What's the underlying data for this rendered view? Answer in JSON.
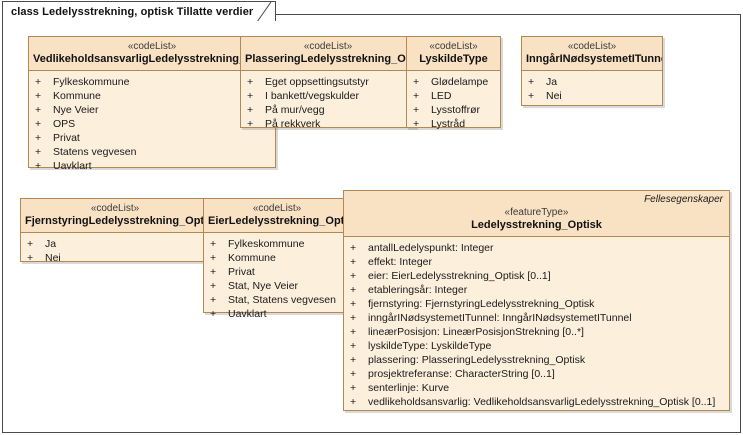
{
  "diagram": {
    "tab_label": "class Ledelysstrekning, optisk Tillatte verdier",
    "colors": {
      "box_fill": "#fcefdc",
      "header_fill": "#f9e2c4",
      "border": "#b08a55",
      "frame_border": "#4a4a4a",
      "text": "#1a1a1a"
    }
  },
  "classes": {
    "vedlikehold": {
      "stereotype": "«codeList»",
      "name": "VedlikeholdsansvarligLedelysstrekning_Optisk",
      "attributes": [
        {
          "visibility": "+",
          "text": "Fylkeskommune"
        },
        {
          "visibility": "+",
          "text": "Kommune"
        },
        {
          "visibility": "+",
          "text": "Nye Veier"
        },
        {
          "visibility": "+",
          "text": "OPS"
        },
        {
          "visibility": "+",
          "text": "Privat"
        },
        {
          "visibility": "+",
          "text": "Statens vegvesen"
        },
        {
          "visibility": "+",
          "text": "Uavklart"
        }
      ]
    },
    "plassering": {
      "stereotype": "«codeList»",
      "name": "PlasseringLedelysstrekning_Optisk",
      "attributes": [
        {
          "visibility": "+",
          "text": "Eget oppsettingsutstyr"
        },
        {
          "visibility": "+",
          "text": "I bankett/vegskulder"
        },
        {
          "visibility": "+",
          "text": "På mur/vegg"
        },
        {
          "visibility": "+",
          "text": "På rekkverk"
        }
      ]
    },
    "lyskilde": {
      "stereotype": "«codeList»",
      "name": "LyskildeType",
      "attributes": [
        {
          "visibility": "+",
          "text": "Glødelampe"
        },
        {
          "visibility": "+",
          "text": "LED"
        },
        {
          "visibility": "+",
          "text": "Lysstoffrør"
        },
        {
          "visibility": "+",
          "text": "Lystråd"
        }
      ]
    },
    "inngaar": {
      "stereotype": "«codeList»",
      "name": "InngårINødsystemetITunnel",
      "attributes": [
        {
          "visibility": "+",
          "text": "Ja"
        },
        {
          "visibility": "+",
          "text": "Nei"
        }
      ]
    },
    "fjernstyring": {
      "stereotype": "«codeList»",
      "name": "FjernstyringLedelysstrekning_Optisk",
      "attributes": [
        {
          "visibility": "+",
          "text": "Ja"
        },
        {
          "visibility": "+",
          "text": "Nei"
        }
      ]
    },
    "eier": {
      "stereotype": "«codeList»",
      "name": "EierLedelysstrekning_Optisk",
      "attributes": [
        {
          "visibility": "+",
          "text": "Fylkeskommune"
        },
        {
          "visibility": "+",
          "text": "Kommune"
        },
        {
          "visibility": "+",
          "text": "Privat"
        },
        {
          "visibility": "+",
          "text": "Stat, Nye Veier"
        },
        {
          "visibility": "+",
          "text": "Stat, Statens vegvesen"
        },
        {
          "visibility": "+",
          "text": "Uavklart"
        }
      ]
    },
    "feature": {
      "tagline": "Fellesegenskaper",
      "stereotype": "«featureType»",
      "name": "Ledelysstrekning_Optisk",
      "attributes": [
        {
          "visibility": "+",
          "text": "antallLedelyspunkt: Integer"
        },
        {
          "visibility": "+",
          "text": "effekt: Integer"
        },
        {
          "visibility": "+",
          "text": "eier: EierLedelysstrekning_Optisk [0..1]"
        },
        {
          "visibility": "+",
          "text": "etableringsår: Integer"
        },
        {
          "visibility": "+",
          "text": "fjernstyring: FjernstyringLedelysstrekning_Optisk"
        },
        {
          "visibility": "+",
          "text": "inngårINødsystemetITunnel: InngårINødsystemetITunnel"
        },
        {
          "visibility": "+",
          "text": "lineærPosisjon: LineærPosisjonStrekning [0..*]"
        },
        {
          "visibility": "+",
          "text": "lyskildeType: LyskildeType"
        },
        {
          "visibility": "+",
          "text": "plassering: PlasseringLedelysstrekning_Optisk"
        },
        {
          "visibility": "+",
          "text": "prosjektreferanse: CharacterString [0..1]"
        },
        {
          "visibility": "+",
          "text": "senterlinje: Kurve"
        },
        {
          "visibility": "+",
          "text": "vedlikeholdsansvarlig: VedlikeholdsansvarligLedelysstrekning_Optisk [0..1]"
        }
      ]
    }
  }
}
